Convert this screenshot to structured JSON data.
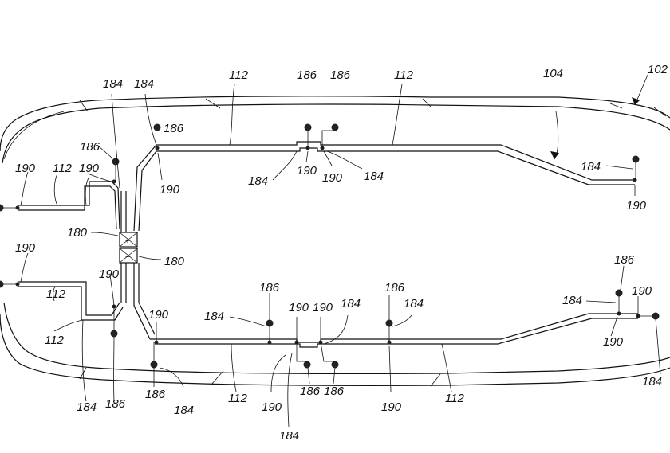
{
  "drawing": {
    "reference_numerals": {
      "vehicle": "102",
      "wiring_system": "104",
      "cable": "112",
      "battery": "180",
      "connector": "184",
      "node": "186",
      "terminal": "190"
    },
    "symbols": {
      "battery_plus": "+",
      "battery_minus": "−"
    }
  }
}
